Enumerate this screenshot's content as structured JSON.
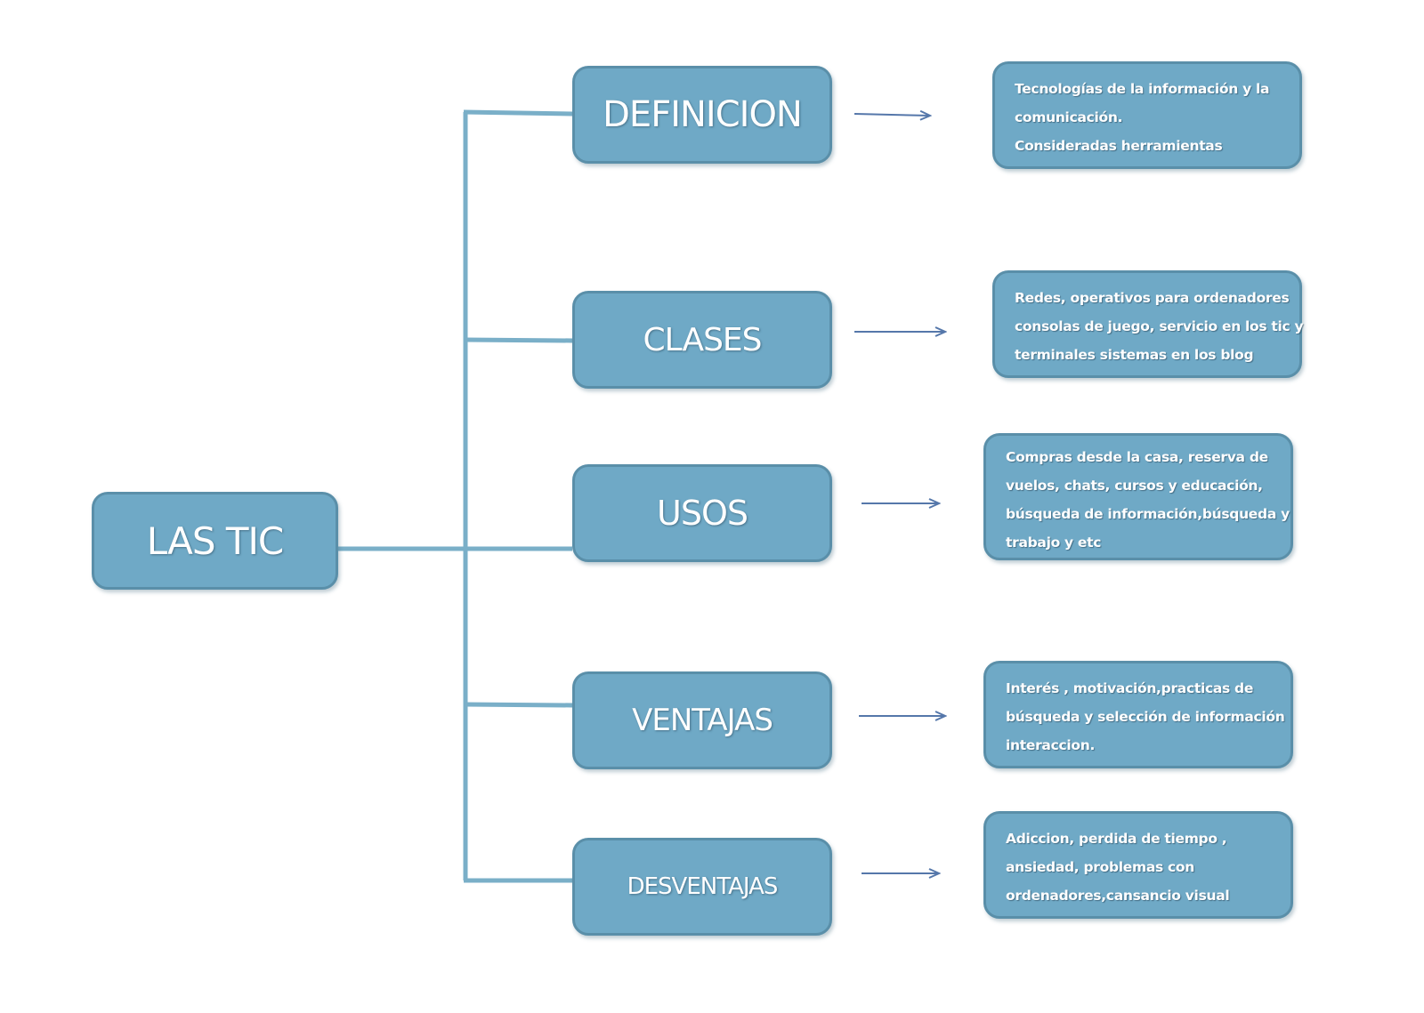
{
  "colors": {
    "box_fill": "#6fa9c6",
    "box_border": "#5a8fa9",
    "connector": "#7aafc8",
    "arrow": "#5577aa",
    "text": "#ffffff"
  },
  "root": {
    "label": "LAS TIC"
  },
  "branches": [
    {
      "label": "DEFINICION",
      "detail": [
        "Tecnologías de la información y la",
        "comunicación.",
        "Consideradas herramientas"
      ]
    },
    {
      "label": "CLASES",
      "detail": [
        "Redes, operativos para ordenadores",
        "consolas de juego, servicio en los tic y",
        "terminales sistemas en los blog"
      ]
    },
    {
      "label": "USOS",
      "detail": [
        "Compras desde la casa, reserva de",
        "vuelos, chats, cursos y educación,",
        "búsqueda de información,búsqueda y",
        "trabajo y etc"
      ]
    },
    {
      "label": "VENTAJAS",
      "detail": [
        "Interés , motivación,practicas de",
        "búsqueda y selección de información",
        "interaccion."
      ]
    },
    {
      "label": "DESVENTAJAS",
      "detail": [
        "Adiccion, perdida de tiempo ,",
        "ansiedad, problemas con",
        "ordenadores,cansancio visual"
      ]
    }
  ]
}
